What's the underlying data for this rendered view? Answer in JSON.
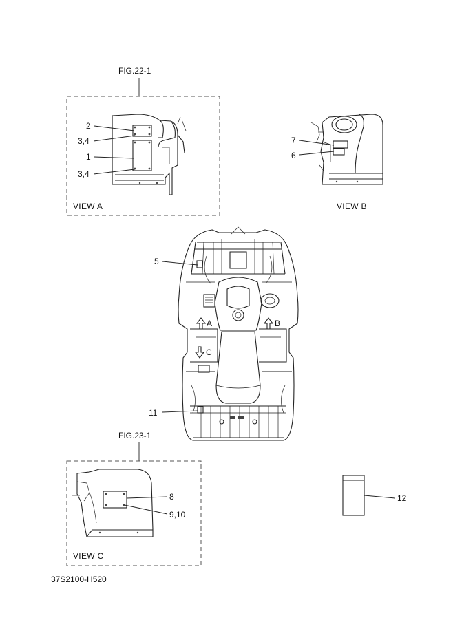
{
  "figures": {
    "fig22": "FIG.22-1",
    "fig23": "FIG.23-1"
  },
  "views": {
    "a": "VIEW A",
    "b": "VIEW B",
    "c": "VIEW C"
  },
  "callouts": {
    "c1": "1",
    "c2": "2",
    "c34_top": "3,4",
    "c34_bottom": "3,4",
    "c5": "5",
    "c6": "6",
    "c7": "7",
    "c8": "8",
    "c910": "9,10",
    "c11": "11",
    "c12": "12"
  },
  "arrows": {
    "a": "A",
    "b": "B",
    "c": "C"
  },
  "diagram_code": "37S2100-H520"
}
